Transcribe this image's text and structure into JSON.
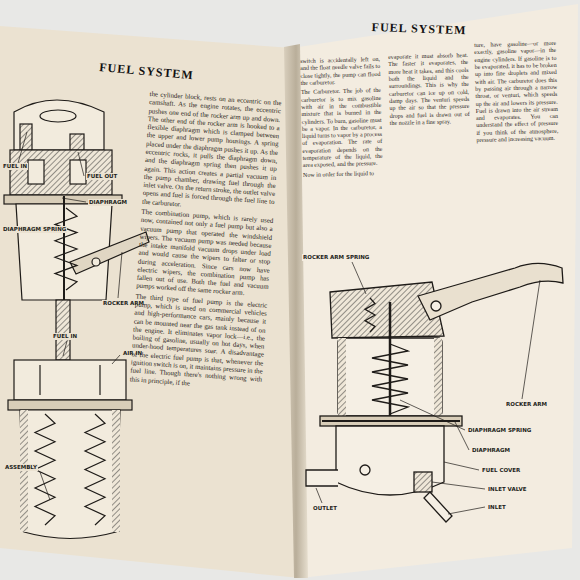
{
  "diagram": {
    "title": "FUEL SYSTEM",
    "labels": [
      "FUEL SYSTEM",
      "FUEL IN",
      "FUEL OUT",
      "DIAPHRAGM",
      "DIAPHRAGM SPRING",
      "ROCKER ARM",
      "FUEL IN",
      "AIR IN",
      "ASSEMBLY",
      "ROCKER ARM SPRING",
      "ROCKER ARM",
      "DIAPHRAGM SPRING",
      "DIAPHRAGM",
      "FUEL COVER",
      "INLET VALVE",
      "INLET",
      "OUTLET",
      "the cylinder block, rests on an eccentric on the camshaft. As the engine rotates, the eccentric pushes one end of the rocker arm up and down. The other end of the rocker arm is hooked to a flexible diaphragm which is clamped between the upper and lower pump housings. A spring placed under the diaphragm pushes it up. As the eccentric rocks, it pulls the diaphragm down, and the diaphragm spring then pushes it up again. This action creates a partial vacuum in the pump chamber, drawing fuel through the inlet valve. On the return stroke, the outlet valve opens and fuel is forced through the fuel line to the carburetor.",
      "The combination pump, which is rarely used now, contained not only a fuel pump but also a vacuum pump that operated the windshield wipers. The vacuum pump was needed because the intake manifold vacuum drops under load and would cause the wipers to falter or stop during acceleration. Since cars now have electric wipers, the combination pump has fallen out of use. Both the fuel and vacuum pumps worked off the same rocker arm.",
      "The third type of fuel pump is the electric pump, which is used on commercial vehicles and high-performance cars, mainly because it can be mounted near the gas tank instead of on the engine. It eliminates vapor lock—i.e., the boiling of gasoline, usually on hot days, when under-hood temperatures soar. A disadvantage of the electric fuel pump is that, whenever the ignition switch is on, it maintains pressure in the fuel line. Though there's nothing wrong with this in principle, if the",
      "switch is accidentally left on, and the float needle valve fails to close tightly, the pump can flood the carburetor.",
      "The Carburetor. The job of the carburetor is to mix gasoline with air in the combustible mixture that is burned in the cylinders. To burn, gasoline must be a vapor. In the carburetor, a liquid turns to vapor by a process of evaporation. The rate of evaporation depends on the temperature of the liquid, the area exposed, and the pressure.",
      "Now in order for the liquid to",
      "evaporate it must absorb heat. The faster it evaporates, the more heat it takes, and this cools both the liquid and the surroundings. This is why the carburetor can ice up on cold, damp days. The venturi speeds up the air so that the pressure drops and fuel is drawn out of the nozzle in a fine spray.",
      "ture, have gasoline—or more exactly, gasoline vapor—in the engine cylinders. If gasoline is to be evaporated, it has to be broken up into fine droplets and mixed with air. The carburetor does this by passing air through a narrow throat, or venturi, which speeds up the air and lowers its pressure. Fuel is drawn into the air stream and evaporates. You can understand the effect of pressure if you think of the atmosphere, pressure and increasing vacuum."
    ]
  }
}
